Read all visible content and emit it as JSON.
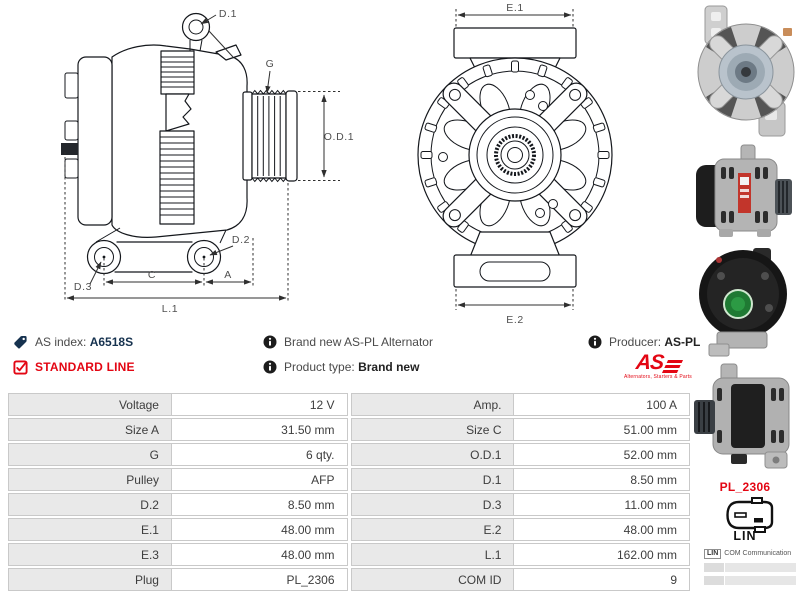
{
  "diagram": {
    "side": {
      "d1": "D.1",
      "g": "G",
      "od1": "O.D.1",
      "d2": "D.2",
      "d3": "D.3",
      "c": "C",
      "a": "A",
      "l1": "L.1"
    },
    "front": {
      "e1": "E.1",
      "e2": "E.2"
    }
  },
  "info": {
    "as_index_label": "AS index:",
    "as_index_value": "A6518S",
    "standard_line": "STANDARD LINE",
    "brand_new_text": "Brand new AS-PL Alternator",
    "product_type_label": "Product type:",
    "product_type_value": "Brand new",
    "producer_label": "Producer:",
    "producer_value": "AS-PL",
    "logo_text": "AS",
    "logo_tagline": "Alternators, Starters & Parts"
  },
  "specs": {
    "rows": [
      {
        "l1": "Voltage",
        "v1": "12 V",
        "l2": "Amp.",
        "v2": "100 A"
      },
      {
        "l1": "Size A",
        "v1": "31.50 mm",
        "l2": "Size C",
        "v2": "51.00 mm"
      },
      {
        "l1": "G",
        "v1": "6 qty.",
        "l2": "O.D.1",
        "v2": "52.00 mm"
      },
      {
        "l1": "Pulley",
        "v1": "AFP",
        "l2": "D.1",
        "v2": "8.50 mm"
      },
      {
        "l1": "D.2",
        "v1": "8.50 mm",
        "l2": "D.3",
        "v2": "11.00 mm"
      },
      {
        "l1": "E.1",
        "v1": "48.00 mm",
        "l2": "E.2",
        "v2": "48.00 mm"
      },
      {
        "l1": "E.3",
        "v1": "48.00 mm",
        "l2": "L.1",
        "v2": "162.00 mm"
      },
      {
        "l1": "Plug",
        "v1": "PL_2306",
        "l2": "COM ID",
        "v2": "9"
      }
    ]
  },
  "plug": {
    "code": "PL_2306",
    "type": "LIN"
  },
  "com": {
    "label": "LIN",
    "text": "COM Communication"
  },
  "colors": {
    "brand_red": "#e30613",
    "index_navy": "#16324f",
    "table_label_bg": "#e9e9e9"
  }
}
